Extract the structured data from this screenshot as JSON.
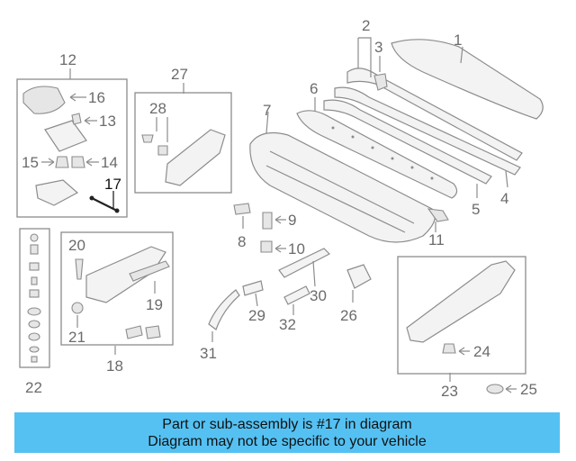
{
  "callouts": {
    "c1": "1",
    "c2": "2",
    "c3": "3",
    "c4": "4",
    "c5": "5",
    "c6": "6",
    "c7": "7",
    "c8": "8",
    "c9": "9",
    "c10": "10",
    "c11": "11",
    "c12": "12",
    "c13": "13",
    "c14": "14",
    "c15": "15",
    "c16": "16",
    "c17": "17",
    "c18": "18",
    "c19": "19",
    "c20": "20",
    "c21": "21",
    "c22": "22",
    "c23": "23",
    "c24": "24",
    "c25": "25",
    "c26": "26",
    "c27": "27",
    "c28": "28",
    "c29": "29",
    "c30": "30",
    "c31": "31",
    "c32": "32"
  },
  "highlighted_part": "17",
  "banner": {
    "line1": "Part or sub-assembly is #17 in diagram",
    "line2": "Diagram may not be specific to your vehicle",
    "color": "#55c1f2"
  },
  "colors": {
    "outline": "#8c8c8c",
    "highlight_text": "#111111"
  }
}
